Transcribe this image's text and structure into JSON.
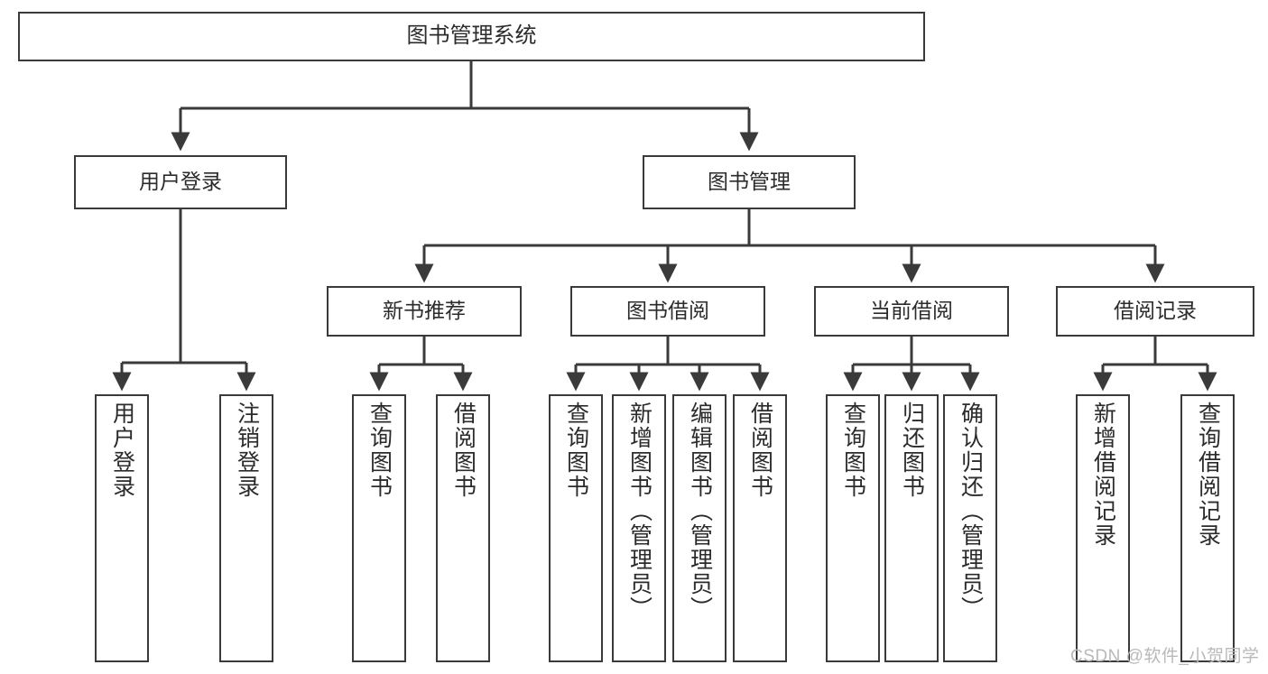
{
  "diagram": {
    "type": "tree-hierarchy",
    "title": "图书管理系统",
    "root": {
      "id": "root",
      "label": "图书管理系统"
    },
    "level2": [
      {
        "id": "user-login",
        "label": "用户登录"
      },
      {
        "id": "book-management",
        "label": "图书管理"
      }
    ],
    "level3": [
      {
        "id": "new-book-recommend",
        "label": "新书推荐"
      },
      {
        "id": "book-borrow",
        "label": "图书借阅"
      },
      {
        "id": "current-borrow",
        "label": "当前借阅"
      },
      {
        "id": "borrow-record",
        "label": "借阅记录"
      }
    ],
    "leaves": {
      "user_login": [
        {
          "id": "leaf-user-login",
          "label": "用户登录"
        },
        {
          "id": "leaf-logout",
          "label": "注销登录"
        }
      ],
      "new_book_recommend": [
        {
          "id": "leaf-query-book-1",
          "label": "查询图书"
        },
        {
          "id": "leaf-borrow-book-1",
          "label": "借阅图书"
        }
      ],
      "book_borrow": [
        {
          "id": "leaf-query-book-2",
          "label": "查询图书"
        },
        {
          "id": "leaf-add-book",
          "label": "新增图书（管理员）"
        },
        {
          "id": "leaf-edit-book",
          "label": "编辑图书（管理员）"
        },
        {
          "id": "leaf-borrow-book-2",
          "label": "借阅图书"
        }
      ],
      "current_borrow": [
        {
          "id": "leaf-query-book-3",
          "label": "查询图书"
        },
        {
          "id": "leaf-return-book",
          "label": "归还图书"
        },
        {
          "id": "leaf-confirm-return",
          "label": "确认归还（管理员）"
        }
      ],
      "borrow_record": [
        {
          "id": "leaf-add-record",
          "label": "新增借阅记录"
        },
        {
          "id": "leaf-query-record",
          "label": "查询借阅记录"
        }
      ]
    },
    "colors": {
      "stroke": "#3a3a3a",
      "fill": "#ffffff",
      "text": "#2b2b2b",
      "watermark": "#b9b9b9"
    }
  },
  "watermark": {
    "text": "CSDN @软件_小贺同学"
  }
}
